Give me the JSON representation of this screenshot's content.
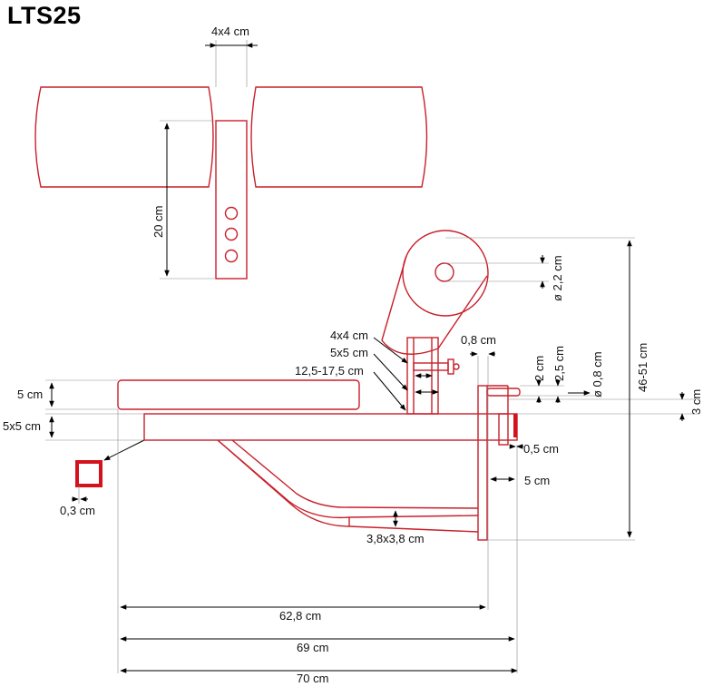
{
  "title": "LTS25",
  "colors": {
    "outline": "#c8202a",
    "dimension": "#000000",
    "extension": "#8a8a8a"
  },
  "dimensions": {
    "top_bar": "4x4 cm",
    "height_20": "20 cm",
    "pad_diameter": "ø 2,2 cm",
    "total_height": "46-51 cm",
    "post_4x4": "4x4 cm",
    "post_5x5": "5x5 cm",
    "adjust_range": "12,5-17,5 cm",
    "gap_08": "0,8 cm",
    "dim_2cm": "2 cm",
    "dim_25cm": "2,5 cm",
    "pin_diameter": "ø 0,8 cm",
    "dim_3cm": "3 cm",
    "pad_thickness": "5 cm",
    "frame_tube": "5x5 cm",
    "wall_thickness": "0,3 cm",
    "plate_thickness": "0,5 cm",
    "plate_depth": "5 cm",
    "brace_tube": "3,8x3,8 cm",
    "length_628": "62,8 cm",
    "length_69": "69 cm",
    "length_70": "70 cm"
  }
}
